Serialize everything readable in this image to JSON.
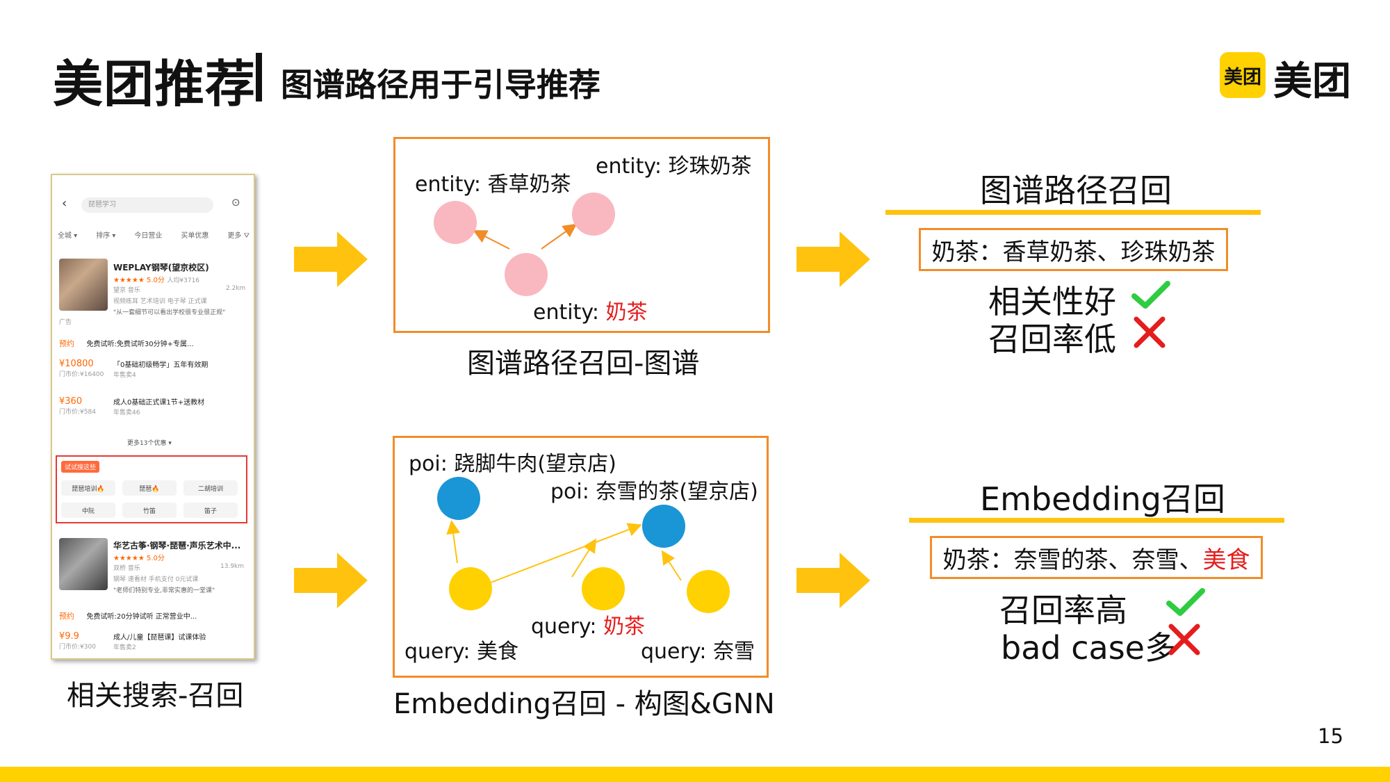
{
  "header": {
    "title": "美团推荐",
    "subtitle": "图谱路径用于引导推荐",
    "logo_icon_text": "美团",
    "logo_text": "美团"
  },
  "page_number": "15",
  "colors": {
    "accent_yellow": "#FFD100",
    "box_orange": "#F28C28",
    "graph_pink": "#F9B8C0",
    "graph_blue": "#1A96D6",
    "graph_yellow": "#FFD100",
    "check_green": "#2ECC40",
    "cross_red": "#E41D1D"
  },
  "phone": {
    "search_placeholder": "琵琶学习",
    "filters": [
      "全城 ▾",
      "排序 ▾",
      "今日营业",
      "买单优惠",
      "更多 ⛛"
    ],
    "shop1": {
      "name": "WEPLAY钢琴(望京校区)",
      "rating": "★★★★★ 5.0分",
      "price": "人均¥3716",
      "area": "望京 音乐",
      "distance": "2.2km",
      "tags": "视频练耳  艺术培训  电子琴  正式课",
      "quote": "\"从一套细节可以看出学校很专业很正规\""
    },
    "ad_label": "广告",
    "deal0": {
      "badge": "预约",
      "text": "免费试听:免费试听30分钟+专属..."
    },
    "deal1": {
      "price": "¥10800",
      "orig": "门市价:¥16400",
      "text": "「0基础初级畅学」五年有效期",
      "sold": "年售卖4"
    },
    "deal2": {
      "price": "¥360",
      "orig": "门市价:¥584",
      "text": "成人0基础正式课1节+送教材",
      "sold": "年售卖46"
    },
    "more_deals": "更多13个优惠 ▾",
    "related_tag": "试试搜这些",
    "chips": [
      "琵琶培训🔥",
      "琵琶🔥",
      "二胡培训",
      "中阮",
      "竹笛",
      "笛子"
    ],
    "shop2": {
      "name": "华艺古筝·钢琴·琵琶·声乐艺术中...",
      "rating": "★★★★★ 5.0分",
      "area": "双桥 音乐",
      "distance": "13.9km",
      "tags": "钢琴  速看材  手机支付  0元试课",
      "quote": "\"老师们特别专业,非常实惠的一堂课\""
    },
    "deal3": {
      "badge": "预约",
      "text": "免费试听:20分钟试听 正常营业中..."
    },
    "deal4": {
      "price": "¥9.9",
      "orig": "门市价:¥300",
      "text": "成人/儿童【琵琶课】试课体验",
      "sold": "年售卖2"
    }
  },
  "left_caption": "相关搜索-召回",
  "graph_top": {
    "label_a": "entity: 香草奶茶",
    "label_b": "entity: 珍珠奶茶",
    "label_c_prefix": "entity: ",
    "label_c_highlight": "奶茶",
    "caption": "图谱路径召回-图谱"
  },
  "graph_bottom": {
    "poi_a": "poi: 跷脚牛肉(望京店)",
    "poi_b": "poi: 奈雪的茶(望京店)",
    "query_a": "query: 美食",
    "query_b_prefix": "query: ",
    "query_b_highlight": "奶茶",
    "query_c": "query: 奈雪",
    "caption": "Embedding召回 - 构图&GNN"
  },
  "result_top": {
    "title": "图谱路径召回",
    "box_text": "奶茶：香草奶茶、珍珠奶茶",
    "pro": "相关性好",
    "con": "召回率低"
  },
  "result_bottom": {
    "title": "Embedding召回",
    "box_text_prefix": "奶茶：奈雪的茶、奈雪、",
    "box_text_highlight": "美食",
    "pro": "召回率高",
    "con": "bad case多"
  }
}
